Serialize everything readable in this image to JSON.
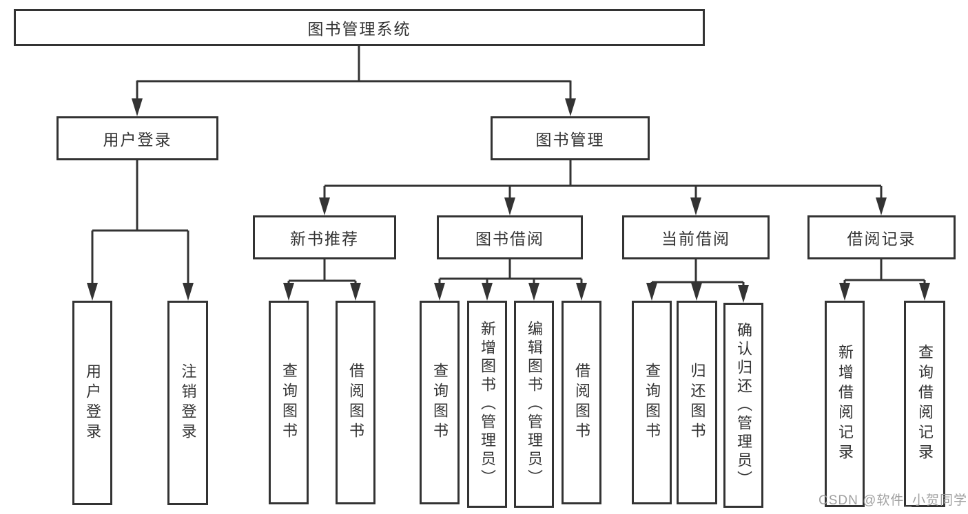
{
  "diagram": {
    "root": {
      "label": "图书管理系统"
    },
    "branches": {
      "user_login": {
        "label": "用户登录",
        "children": [
          {
            "label": "用户登录"
          },
          {
            "label": "注销登录"
          }
        ]
      },
      "book_management": {
        "label": "图书管理",
        "sections": {
          "new_book_recommendation": {
            "label": "新书推荐",
            "children": [
              {
                "label": "查询图书"
              },
              {
                "label": "借阅图书"
              }
            ]
          },
          "book_borrowing": {
            "label": "图书借阅",
            "children": [
              {
                "label": "查询图书"
              },
              {
                "label": "新增图书（管理员）"
              },
              {
                "label": "编辑图书（管理员）"
              },
              {
                "label": "借阅图书"
              }
            ]
          },
          "current_borrowing": {
            "label": "当前借阅",
            "children": [
              {
                "label": "查询图书"
              },
              {
                "label": "归还图书"
              },
              {
                "label": "确认归还（管理员）"
              }
            ]
          },
          "borrowing_records": {
            "label": "借阅记录",
            "children": [
              {
                "label": "新增借阅记录"
              },
              {
                "label": "查询借阅记录"
              }
            ]
          }
        }
      }
    }
  },
  "watermark": {
    "text": "CSDN @软件_小贺同学"
  },
  "colors": {
    "line": "#333333",
    "text": "#333333",
    "background": "#ffffff",
    "watermark": "#989898"
  }
}
